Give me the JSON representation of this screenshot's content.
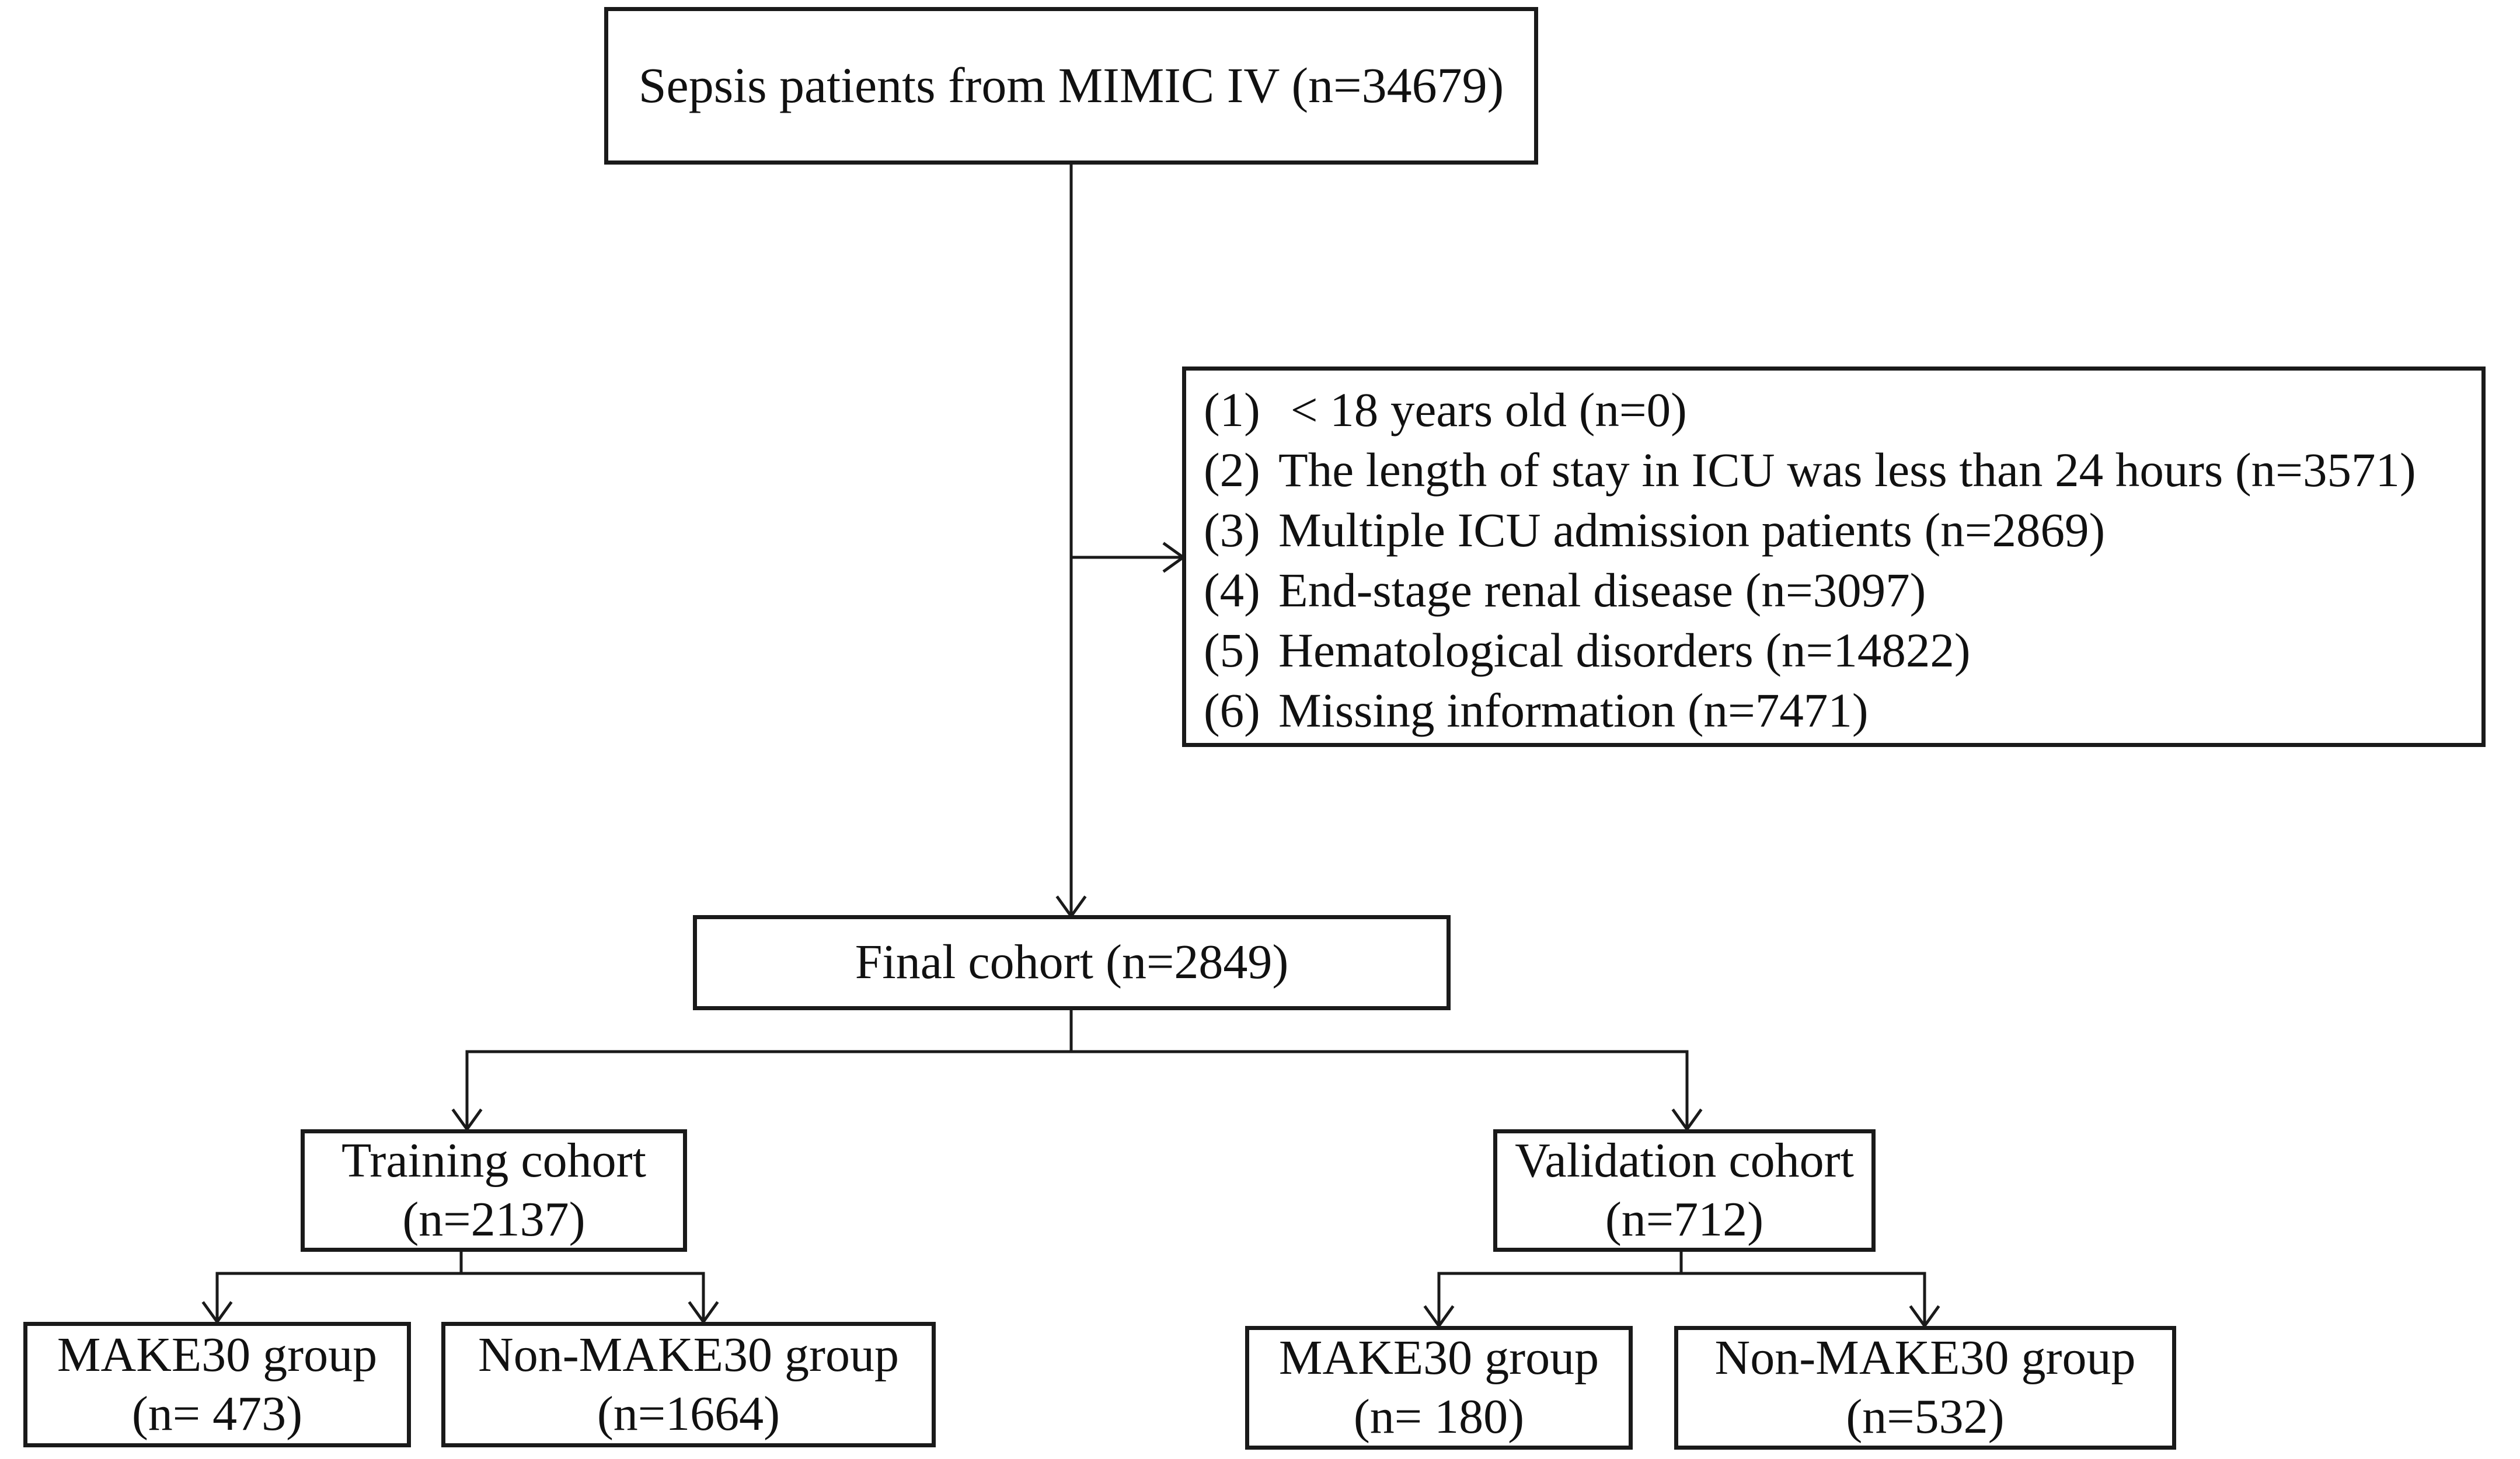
{
  "source": {
    "label": "Sepsis patients from MIMIC IV (n=34679)"
  },
  "exclusions": [
    {
      "num": "(1)",
      "text": " < 18 years old (n=0)"
    },
    {
      "num": "(2)",
      "text": "The length of stay in ICU was less than 24 hours (n=3571)"
    },
    {
      "num": "(3)",
      "text": "Multiple ICU admission patients (n=2869)"
    },
    {
      "num": "(4)",
      "text": "End-stage renal disease (n=3097)"
    },
    {
      "num": "(5)",
      "text": "Hematological disorders (n=14822)"
    },
    {
      "num": "(6)",
      "text": "Missing information (n=7471)"
    }
  ],
  "final": {
    "label": "Final cohort (n=2849)"
  },
  "training": {
    "title": "Training cohort",
    "count": "(n=2137)",
    "make30": {
      "title": "MAKE30 group",
      "count": "(n= 473)"
    },
    "non_make30": {
      "title": "Non-MAKE30 group",
      "count": "(n=1664)"
    }
  },
  "validation": {
    "title": "Validation cohort",
    "count": "(n=712)",
    "make30": {
      "title": "MAKE30 group",
      "count": "(n= 180)"
    },
    "non_make30": {
      "title": "Non-MAKE30 group",
      "count": "(n=532)"
    }
  }
}
